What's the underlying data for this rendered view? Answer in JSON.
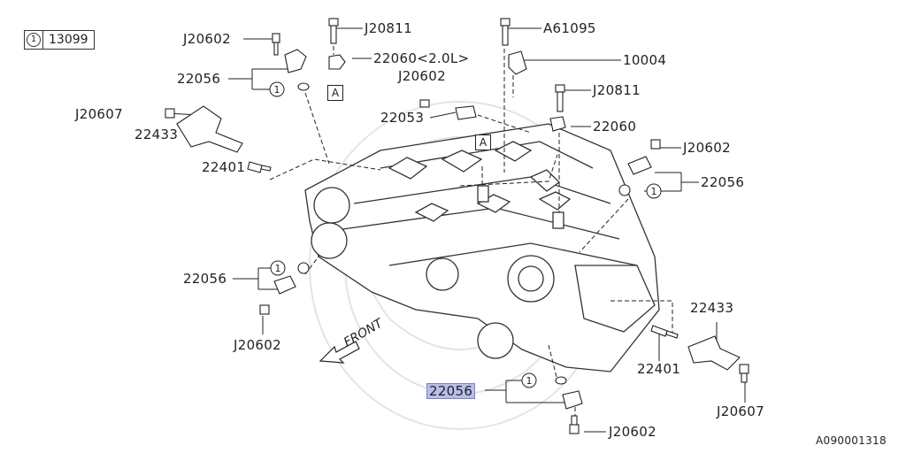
{
  "key": {
    "symbol": "1",
    "value": "13099"
  },
  "callouts": {
    "j20602_a": "J20602",
    "j20811_a": "J20811",
    "a61095": "A61095",
    "p22060_a": "22060<2.0L>",
    "p10004": "10004",
    "p22056_a": "22056",
    "j20602_b": "J20602",
    "j20811_b": "J20811",
    "j20607_a": "J20607",
    "p22053": "22053",
    "p22433_a": "22433",
    "p22060_b": "22060",
    "j20602_c": "J20602",
    "p22401_a": "22401",
    "p22056_b": "22056",
    "p22056_c": "22056",
    "j20602_d": "J20602",
    "p22433_b": "22433",
    "p22401_b": "22401",
    "p22056_d": "22056",
    "j20607_b": "J20607",
    "j20602_e": "J20602",
    "front": "FRONT",
    "ref_a1": "A",
    "ref_a2": "A"
  },
  "circle_marks": {
    "one": "1"
  },
  "figure_id": "A090001318",
  "colors": {
    "line": "#222222",
    "highlight": "#b8bde8",
    "watermark": "#e2e2e2"
  }
}
